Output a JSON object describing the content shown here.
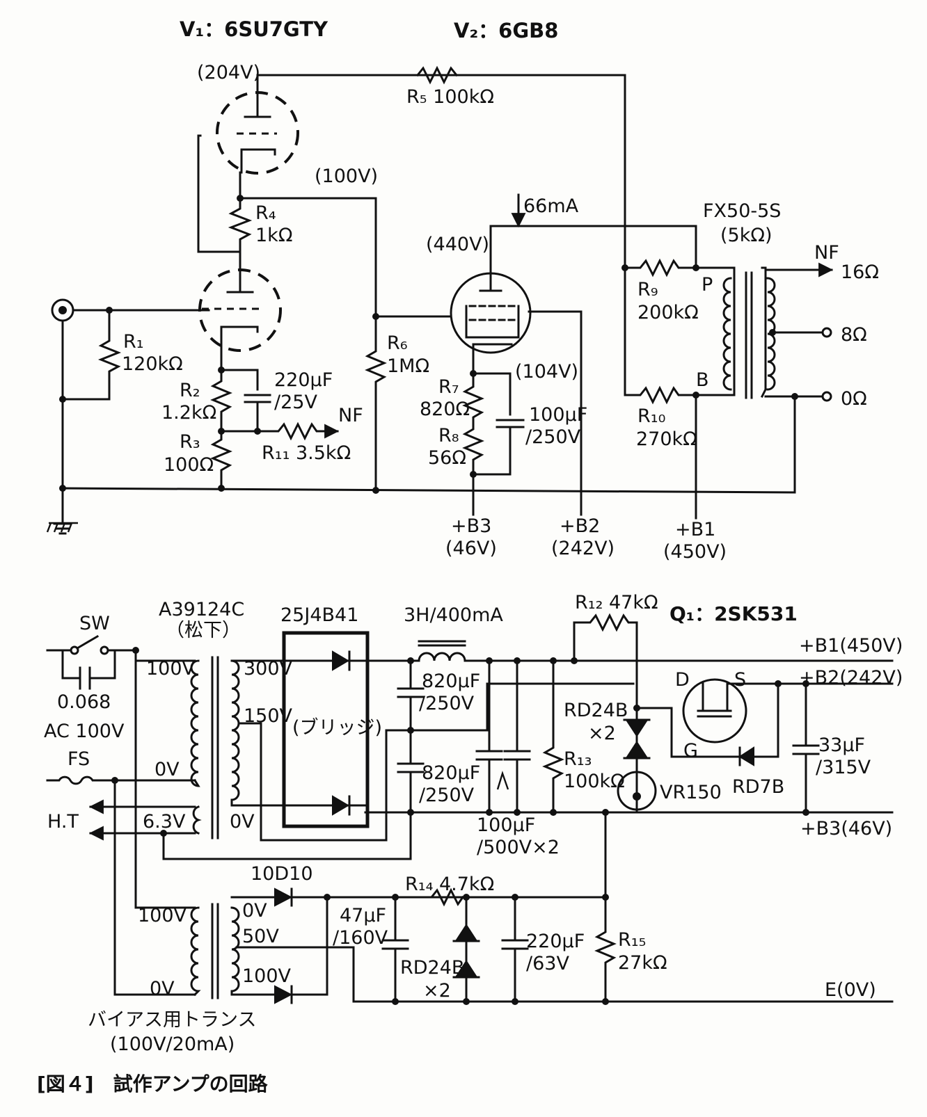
{
  "tubes": {
    "v1": "V₁：6SU7GTY",
    "v2": "V₂：6GB8"
  },
  "voltages": {
    "v1_top": "(204V)",
    "v1_plate_low": "(100V)",
    "v2_plate": "(440V)",
    "v2_cathode": "(104V)",
    "current": "66mA"
  },
  "resistors": {
    "r1": "R₁",
    "r1_val": "120kΩ",
    "r2": "R₂",
    "r2_val": "1.2kΩ",
    "r3": "R₃",
    "r3_val": "100Ω",
    "r4": "R₄",
    "r4_val": "1kΩ",
    "r5": "R₅ 100kΩ",
    "r6": "R₆",
    "r6_val": "1MΩ",
    "r7": "R₇",
    "r7_val": "820Ω",
    "r8": "R₈",
    "r8_val": "56Ω",
    "r9": "R₉",
    "r9_val": "200kΩ",
    "r10": "R₁₀",
    "r10_val": "270kΩ",
    "r11": "R₁₁ 3.5kΩ",
    "r12": "R₁₂ 47kΩ",
    "r13": "R₁₃",
    "r13_val": "100kΩ",
    "r14": "R₁₄ 4.7kΩ",
    "r15": "R₁₅",
    "r15_val": "27kΩ"
  },
  "capacitors": {
    "c1": "220μF",
    "c1_v": "/25V",
    "c2": "100μF",
    "c2_v": "/250V",
    "c3": "820μF",
    "c3_v": "/250V",
    "c4": "820μF",
    "c4_v": "/250V",
    "c5": "100μF",
    "c5_v": "/500V×2",
    "c6": "33μF",
    "c6_v": "/315V",
    "c7": "47μF",
    "c7_v": "/160V",
    "c8": "220μF",
    "c8_v": "/63V",
    "c_sw": "0.068"
  },
  "output_transformer": {
    "name": "FX50-5S",
    "imp": "(5kΩ)",
    "p": "P",
    "b": "B",
    "nf": "NF",
    "t16": "16Ω",
    "t8": "8Ω",
    "t0": "0Ω"
  },
  "labels": {
    "nf": "NF",
    "b3": "+B3",
    "b3v": "(46V)",
    "b2": "+B2",
    "b2v": "(242V)",
    "b1": "+B1",
    "b1v": "(450V)"
  },
  "psu": {
    "transformer": "A39124C",
    "maker": "（松下）",
    "t100": "100V",
    "t0": "0V",
    "t63": "6.3V",
    "t300": "300V",
    "t150": "150V",
    "ts0": "0V",
    "bridge": "25J4B41",
    "bridge_label": "(ブリッジ)",
    "choke": "3H/400mA",
    "sw": "SW",
    "ac": "AC 100V",
    "fs": "FS",
    "ht": "H.T",
    "q1": "Q₁：2SK531",
    "d": "D",
    "s": "S",
    "g": "G",
    "rd24b": "RD24B",
    "x2": "×2",
    "vr150": "VR150",
    "rd7b": "RD7B",
    "out_b1": "+B1(450V)",
    "out_b2": "+B2(242V)",
    "out_b3": "+B3(46V)",
    "out_e": "E(0V)",
    "d10": "10D10",
    "bt100": "100V",
    "bt0": "0V",
    "bs0": "0V",
    "bs50": "50V",
    "bs100": "100V",
    "bias_tr": "バイアス用トランス",
    "bias_tr2": "(100V/20mA)",
    "rd24b2": "RD24B",
    "x2b": "×2"
  },
  "caption": "[図４]　試作アンプの回路"
}
